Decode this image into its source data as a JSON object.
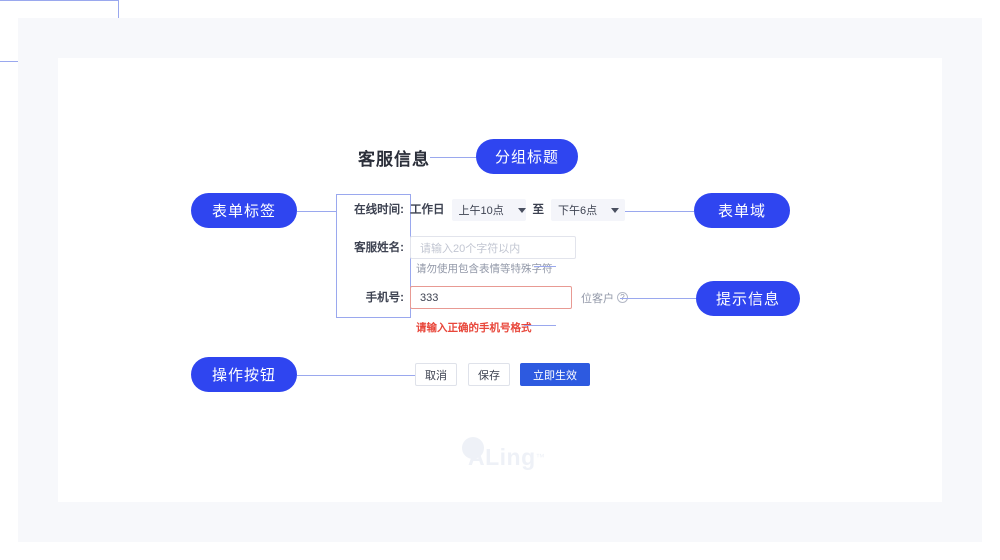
{
  "watermark": {
    "text": "ALing",
    "tm": "™"
  },
  "form": {
    "title": "客服信息",
    "rows": [
      {
        "label": "在线时间:",
        "static_text": "工作日",
        "start_time": "上午10点",
        "separator": "至",
        "end_time": "下午6点"
      },
      {
        "label": "客服姓名:",
        "placeholder": "请输入20个字符以内",
        "hint": "请勿使用包含表情等特殊字符"
      },
      {
        "label": "手机号:",
        "value": "333",
        "suffix": "位客户",
        "help_icon": "?",
        "error": "请输入正确的手机号格式"
      }
    ]
  },
  "buttons": {
    "cancel": "取消",
    "save": "保存",
    "primary": "立即生效"
  },
  "callouts": {
    "group_title": "分组标题",
    "form_label": "表单标签",
    "form_field": "表单域",
    "hint_message": "提示信息",
    "action_buttons": "操作按钮"
  },
  "colors": {
    "pill_blue": "#2f45f0",
    "primary_button_blue": "#2d5ae0",
    "connector_blue": "#9aa8ee",
    "error_red": "#e8463a",
    "error_border": "#e89a93",
    "panel_gray": "#f7f8fb",
    "select_fill": "#f4f5fa"
  }
}
